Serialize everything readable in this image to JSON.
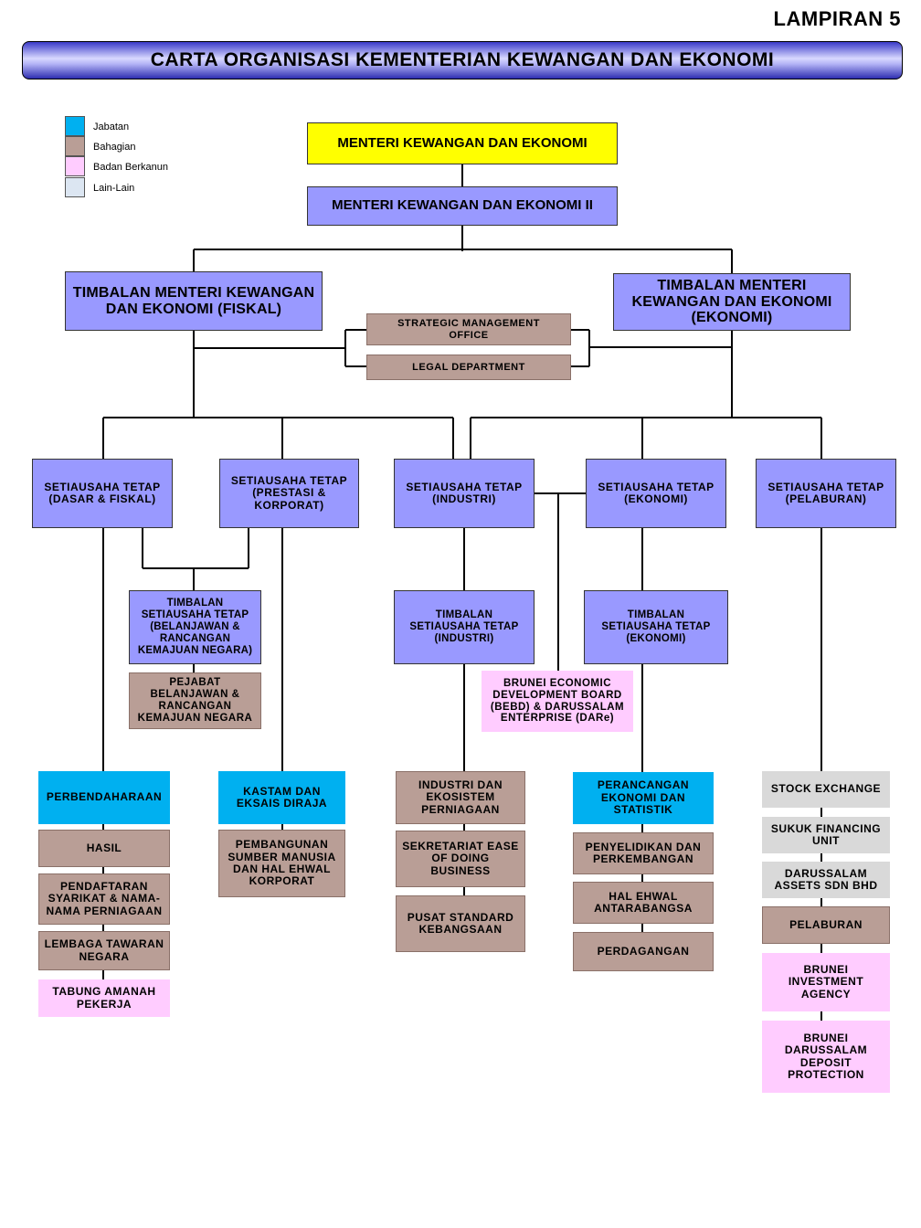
{
  "header": {
    "lampiran": "LAMPIRAN 5",
    "title": "CARTA ORGANISASI  KEMENTERIAN  KEWANGAN  DAN  EKONOMI"
  },
  "legend": [
    {
      "label": "Jabatan",
      "color": "#00b0f0"
    },
    {
      "label": "Bahagian",
      "color": "#b99e96"
    },
    {
      "label": "Badan Berkanun",
      "color": "#ffccff"
    },
    {
      "label": "Lain-Lain",
      "color": "#dce6f2"
    }
  ],
  "colors": {
    "minister": "#ffff00",
    "officer": "#9999ff",
    "jabatan": "#00b0f0",
    "bahagian": "#b99e96",
    "badan_berkanun": "#ffccff",
    "lain_lain": "#d9d9d9"
  },
  "org": {
    "minister": "MENTERI KEWANGAN DAN EKONOMI",
    "minister2": "MENTERI KEWANGAN DAN EKONOMI  II",
    "deputy_fiskal": "TIMBALAN MENTERI KEWANGAN\nDAN EKONOMI (FISKAL)",
    "deputy_ekonomi": "TIMBALAN MENTERI\nKEWANGAN DAN EKONOMI\n(EKONOMI)",
    "strategic_office": "STRATEGIC  MANAGEMENT\nOFFICE",
    "legal_department": "LEGAL  DEPARTMENT",
    "ps_dasar_fiskal": "SETIAUSAHA  TETAP\n(DASAR & FISKAL)",
    "ps_prestasi": "SETIAUSAHA  TETAP\n(PRESTASI  &\nKORPORAT)",
    "ps_industri": "SETIAUSAHA  TETAP\n(INDUSTRI)",
    "ps_ekonomi": "SETIAUSAHA  TETAP\n(EKONOMI)",
    "ps_pelaburan": "SETIAUSAHA  TETAP\n(PELABURAN)",
    "dps_belanjawan": "TIMBALAN\nSETIAUSAHA TETAP\n(BELANJAWAN &\nRANCANGAN\nKEMAJUAN NEGARA)",
    "pejabat_belanjawan": "PEJABAT\nBELANJAWAN  &\nRANCANGAN\nKEMAJUAN  NEGARA",
    "dps_industri": "TIMBALAN\nSETIAUSAHA TETAP\n(INDUSTRI)",
    "dps_ekonomi": "TIMBALAN\nSETIAUSAHA TETAP\n(EKONOMI)",
    "bedb": "BRUNEI ECONOMIC\nDEVELOPMENT BOARD\n(BEBD) & DARUSSALAM\nENTERPRISE (DARe)"
  },
  "columns": {
    "dasar_fiskal": [
      "PERBENDAHARAAN",
      "HASIL",
      "PENDAFTARAN\nSYARIKAT & NAMA-\nNAMA PERNIAGAAN",
      "LEMBAGA  TAWARAN\nNEGARA",
      "TABUNG  AMANAH\nPEKERJA"
    ],
    "prestasi": [
      "KASTAM  DAN\nEKSAIS  DIRAJA",
      "PEMBANGUNAN\nSUMBER  MANUSIA\nDAN HAL EHWAL\nKORPORAT"
    ],
    "industri": [
      "INDUSTRI  DAN\nEKOSISTEM\nPERNIAGAAN",
      "SEKRETARIAT  EASE\nOF  DOING\nBUSINESS",
      "PUSAT  STANDARD\nKEBANGSAAN"
    ],
    "ekonomi": [
      "PERANCANGAN\nEKONOMI  DAN\nSTATISTIK",
      "PENYELIDIKAN  DAN\nPERKEMBANGAN",
      "HAL  EHWAL\nANTARABANGSA",
      "PERDAGANGAN"
    ],
    "pelaburan": [
      "STOCK  EXCHANGE",
      "SUKUK  FINANCING\nUNIT",
      "DARUSSALAM\nASSETS  SDN  BHD",
      "PELABURAN",
      "BRUNEI\nINVESTMENT\nAGENCY",
      "BRUNEI\nDARUSSALAM\nDEPOSIT\nPROTECTION"
    ]
  }
}
